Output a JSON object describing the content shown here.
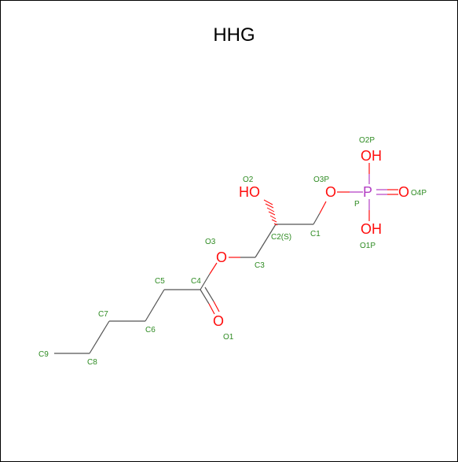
{
  "title": "HHG",
  "colors": {
    "carbon_bond": "#555555",
    "carbon_label": "#2e8b22",
    "oxygen": "#ff0d0d",
    "phosphorus": "#b33fc4",
    "frame": "#000000"
  },
  "atom_labels": {
    "C1": "C1",
    "C2": "C2(S)",
    "C3": "C3",
    "C4": "C4",
    "C5": "C5",
    "C6": "C6",
    "C7": "C7",
    "C8": "C8",
    "C9": "C9",
    "O1": "O1",
    "O2": "O2",
    "O3": "O3",
    "O3P": "O3P",
    "O1P": "O1P",
    "O2P": "O2P",
    "O4P": "O4P",
    "P": "P"
  },
  "element_symbols": {
    "HO": "HO",
    "OH": "OH",
    "O": "O",
    "P": "P"
  }
}
